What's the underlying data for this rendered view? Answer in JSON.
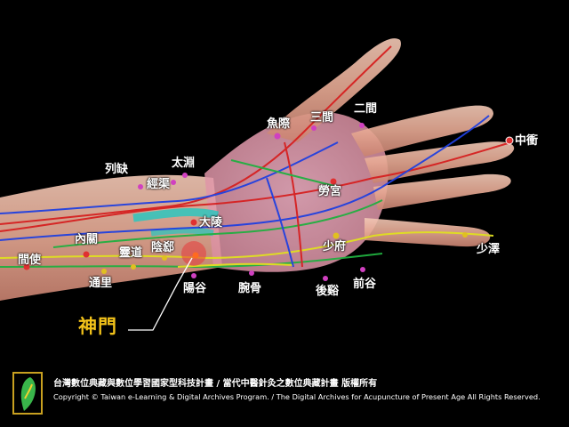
{
  "focus_point": "神門",
  "points": [
    {
      "key": "yuji",
      "label": "魚際"
    },
    {
      "key": "sanjian",
      "label": "三間"
    },
    {
      "key": "erjian",
      "label": "二間"
    },
    {
      "key": "zhongchong",
      "label": "中衝"
    },
    {
      "key": "lieque",
      "label": "列缺"
    },
    {
      "key": "taiyuan",
      "label": "太淵"
    },
    {
      "key": "jingqu",
      "label": "經渠"
    },
    {
      "key": "laogong",
      "label": "勞宮"
    },
    {
      "key": "neiguan",
      "label": "內關"
    },
    {
      "key": "daling",
      "label": "大陵"
    },
    {
      "key": "shaofu",
      "label": "少府"
    },
    {
      "key": "shaoze",
      "label": "少澤"
    },
    {
      "key": "jianshi",
      "label": "間使"
    },
    {
      "key": "tongli",
      "label": "通里"
    },
    {
      "key": "yinxi",
      "label": "陰郄"
    },
    {
      "key": "lingdao",
      "label": "靈道"
    },
    {
      "key": "yanggu",
      "label": "陽谷"
    },
    {
      "key": "wangu",
      "label": "腕骨"
    },
    {
      "key": "houxi",
      "label": "後谿"
    },
    {
      "key": "qiangu",
      "label": "前谷"
    }
  ],
  "footer": {
    "line1": "台灣數位典藏與數位學習國家型科技計畫 / 當代中醫針灸之數位典藏計畫 版權所有",
    "line2": "Copyright © Taiwan e-Learning & Digital Archives Program. / The Digital Archives for Acupuncture of Present Age All Rights Reserved."
  },
  "colors": {
    "focus_label": "#f2c21a",
    "point_label": "#ffffff",
    "background": "#000000"
  },
  "icons": {
    "footer_logo": "taiwan-logo-icon",
    "hand": "hand-anatomy-illustration"
  }
}
